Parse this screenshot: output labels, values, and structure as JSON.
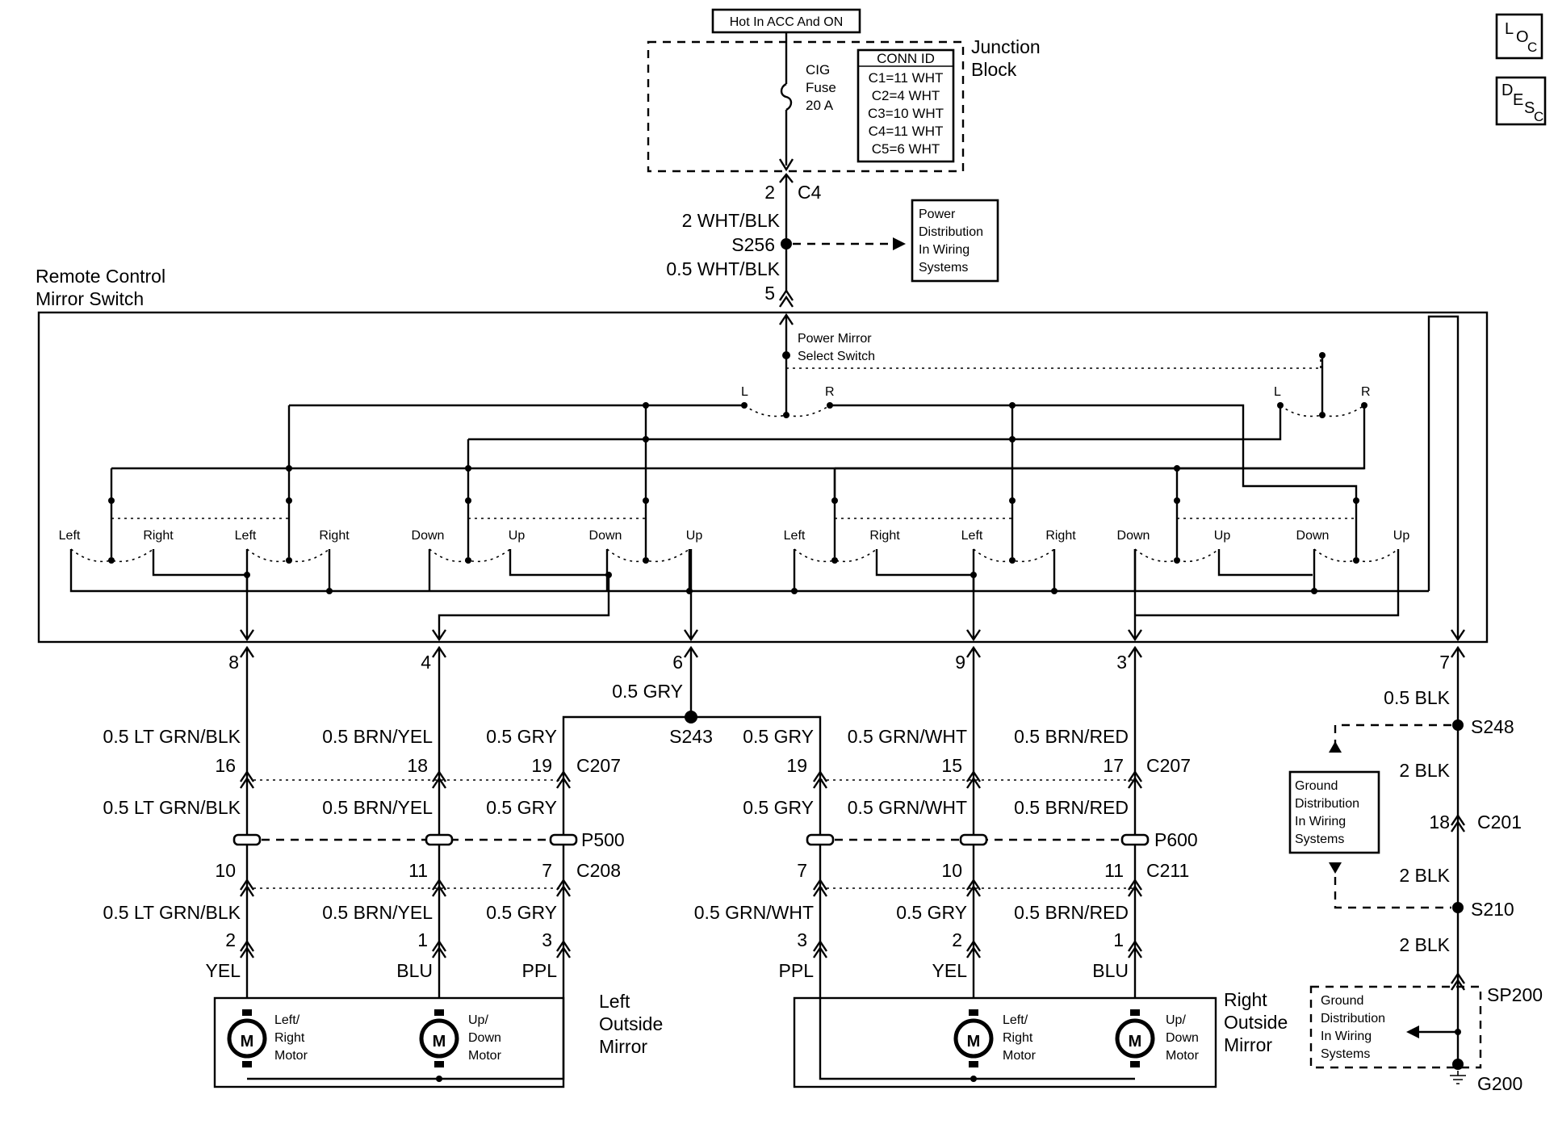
{
  "junction_block": {
    "hot_label": "Hot In ACC And ON",
    "title_line1": "Junction",
    "title_line2": "Block",
    "fuse_line1": "CIG",
    "fuse_line2": "Fuse",
    "fuse_line3": "20 A",
    "conn_header": "CONN ID",
    "conn_rows": [
      "C1=11 WHT",
      "C2=4 WHT",
      "C3=10 WHT",
      "C4=11 WHT",
      "C5=6 WHT"
    ]
  },
  "feed": {
    "c4_pin": "2",
    "c4_label": "C4",
    "wire_upper": "2 WHT/BLK",
    "splice": "S256",
    "wire_lower": "0.5 WHT/BLK",
    "switch_pin": "5"
  },
  "power_dist": [
    "Power",
    "Distribution",
    "In Wiring",
    "Systems"
  ],
  "switch": {
    "title_line1": "Remote Control",
    "title_line2": "Mirror Switch",
    "select_line1": "Power Mirror",
    "select_line2": "Select Switch",
    "sel_left_l": "L",
    "sel_left_r": "R",
    "sel_right_l": "L",
    "sel_right_r": "R",
    "contact_labels": [
      "Left",
      "Right",
      "Left",
      "Right",
      "Down",
      "Up",
      "Down",
      "Up",
      "Left",
      "Right",
      "Left",
      "Right",
      "Down",
      "Up",
      "Down",
      "Up"
    ]
  },
  "output_pins": [
    "8",
    "4",
    "6",
    "9",
    "3",
    "7"
  ],
  "s243": {
    "wire": "0.5 GRY",
    "splice": "S243"
  },
  "c207": {
    "label_left": "C207",
    "label_right": "C207",
    "left_wires": [
      "0.5 LT GRN/BLK",
      "0.5 BRN/YEL",
      "0.5 GRY"
    ],
    "left_pins": [
      "16",
      "18",
      "19"
    ],
    "right_wires": [
      "0.5 GRY",
      "0.5 GRN/WHT",
      "0.5 BRN/RED"
    ],
    "right_pins": [
      "19",
      "15",
      "17"
    ]
  },
  "p500": {
    "label": "P500",
    "wires": [
      "0.5 LT GRN/BLK",
      "0.5 BRN/YEL",
      "0.5 GRY"
    ]
  },
  "p600": {
    "label": "P600",
    "wires": [
      "0.5 GRY",
      "0.5 GRN/WHT",
      "0.5 BRN/RED"
    ]
  },
  "c208": {
    "label": "C208",
    "pins": [
      "10",
      "11",
      "7"
    ],
    "wires": [
      "0.5 LT GRN/BLK",
      "0.5 BRN/YEL",
      "0.5 GRY"
    ],
    "mirror_pins": [
      "2",
      "1",
      "3"
    ],
    "colors": [
      "YEL",
      "BLU",
      "PPL"
    ]
  },
  "c211": {
    "label": "C211",
    "pins": [
      "7",
      "10",
      "11"
    ],
    "wires": [
      "0.5 GRN/WHT",
      "0.5 GRY",
      "0.5 BRN/RED"
    ],
    "mirror_pins": [
      "3",
      "2",
      "1"
    ],
    "colors": [
      "PPL",
      "YEL",
      "BLU"
    ]
  },
  "left_mirror": {
    "title": [
      "Left",
      "Outside",
      "Mirror"
    ],
    "motor_lr": [
      "Left/",
      "Right",
      "Motor"
    ],
    "motor_ud": [
      "Up/",
      "Down",
      "Motor"
    ]
  },
  "right_mirror": {
    "title": [
      "Right",
      "Outside",
      "Mirror"
    ],
    "motor_lr": [
      "Left/",
      "Right",
      "Motor"
    ],
    "motor_ud": [
      "Up/",
      "Down",
      "Motor"
    ]
  },
  "motor_symbol": "M",
  "ground": {
    "wire_top": "0.5 BLK",
    "s248": "S248",
    "wire_2blk_a": "2 BLK",
    "c201_pin": "18",
    "c201": "C201",
    "wire_2blk_b": "2 BLK",
    "s210": "S210",
    "wire_2blk_c": "2 BLK",
    "sp200": "SP200",
    "g200": "G200",
    "dist_box": [
      "Ground",
      "Distribution",
      "In Wiring",
      "Systems"
    ],
    "dist_box2": [
      "Ground",
      "Distribution",
      "In Wiring",
      "Systems"
    ]
  },
  "icons": {
    "loc_main": "L",
    "loc_sub1": "O",
    "loc_sub2": "C",
    "desc_main": "D",
    "desc_sub1": "E",
    "desc_sub2": "S",
    "desc_sub3": "C"
  }
}
